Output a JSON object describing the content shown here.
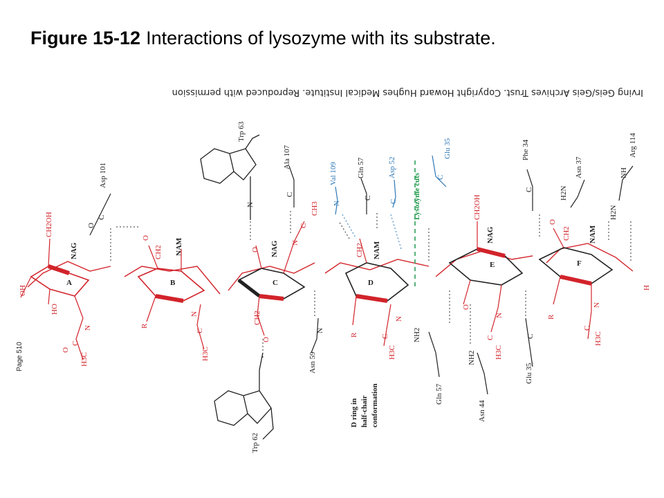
{
  "figure": {
    "number": "Figure 15-12",
    "caption": "Interactions of lysozyme with its substrate."
  },
  "credit": "Irving Geis/Geis Archives Trust. Copyright Howard Hughes Medical Institute. Reproduced with permission",
  "page_label": "Page 510",
  "colors": {
    "substrate": "#d2232a",
    "enzyme": "#222222",
    "catalytic": "#2e78b7",
    "cut": "#1f9a4b"
  },
  "rings": [
    {
      "letter": "A",
      "sugar": "NAG"
    },
    {
      "letter": "B",
      "sugar": "NAM"
    },
    {
      "letter": "C",
      "sugar": "NAG"
    },
    {
      "letter": "D",
      "sugar": "NAM"
    },
    {
      "letter": "E",
      "sugar": "NAG"
    },
    {
      "letter": "F",
      "sugar": "NAM"
    }
  ],
  "residues": {
    "asp101": "Asp 101",
    "trp63": "Trp 63",
    "ala107": "Ala 107",
    "val109": "Val 109",
    "gln57_top": "Gln 57",
    "asp52": "Asp 52",
    "glu35_top": "Glu 35",
    "phe34": "Phe 34",
    "asn37": "Asn 37",
    "arg114": "Arg 114",
    "trp62": "Trp 62",
    "asn59": "Asn 59",
    "gln57_bottom": "Gln 57",
    "asn44": "Asn 44",
    "glu35_bottom": "Glu 35"
  },
  "annotations": {
    "lysozyme_cuts": "Lysozyme cuts",
    "d_ring_line1": "D ring in",
    "d_ring_line2": "half-chair",
    "d_ring_line3": "conformation"
  },
  "chemistry": {
    "ch2oh": "CH2OH",
    "ch2": "CH2",
    "ch3": "CH3",
    "h3c": "H3C",
    "nh2": "NH2",
    "h2n": "H2N",
    "ho": "HO",
    "oh": "OH",
    "o": "O",
    "h": "H",
    "n": "N",
    "c": "C",
    "r": "R",
    "nh": "NH"
  }
}
